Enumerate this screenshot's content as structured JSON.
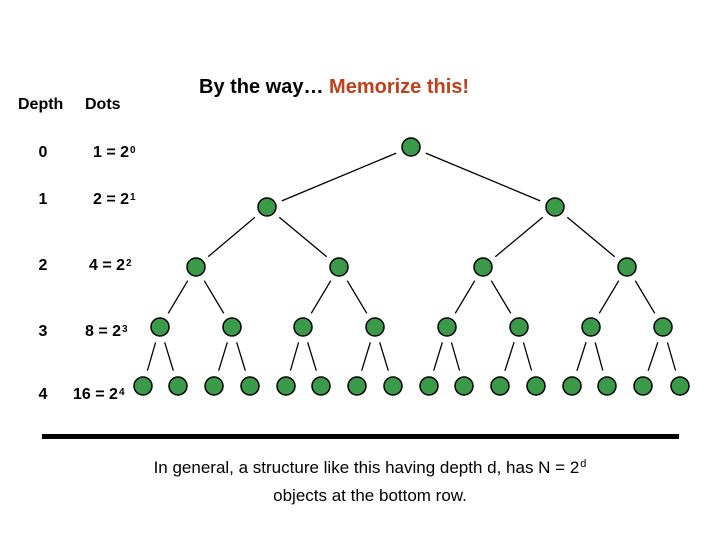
{
  "title": {
    "prefix": "By the way… ",
    "accent": "Memorize this!"
  },
  "table": {
    "depth_header": "Depth",
    "dots_header": "Dots",
    "rows": [
      {
        "depth": "0",
        "base": "1 = 2",
        "exp": "0"
      },
      {
        "depth": "1",
        "base": "2 = 2",
        "exp": "1"
      },
      {
        "depth": "2",
        "base": "4 = 2",
        "exp": "2"
      },
      {
        "depth": "3",
        "base": "8 = 2",
        "exp": "3"
      },
      {
        "depth": "4",
        "base": "16 = 2",
        "exp": "4"
      }
    ]
  },
  "tree": {
    "levels": 5,
    "node_color": "#3a9a4a",
    "node_stroke": "#000000"
  },
  "caption": {
    "line1_prefix": "In general, a structure like this having depth d, has N = 2",
    "line1_exp": "d",
    "line2": "objects at the bottom row."
  }
}
